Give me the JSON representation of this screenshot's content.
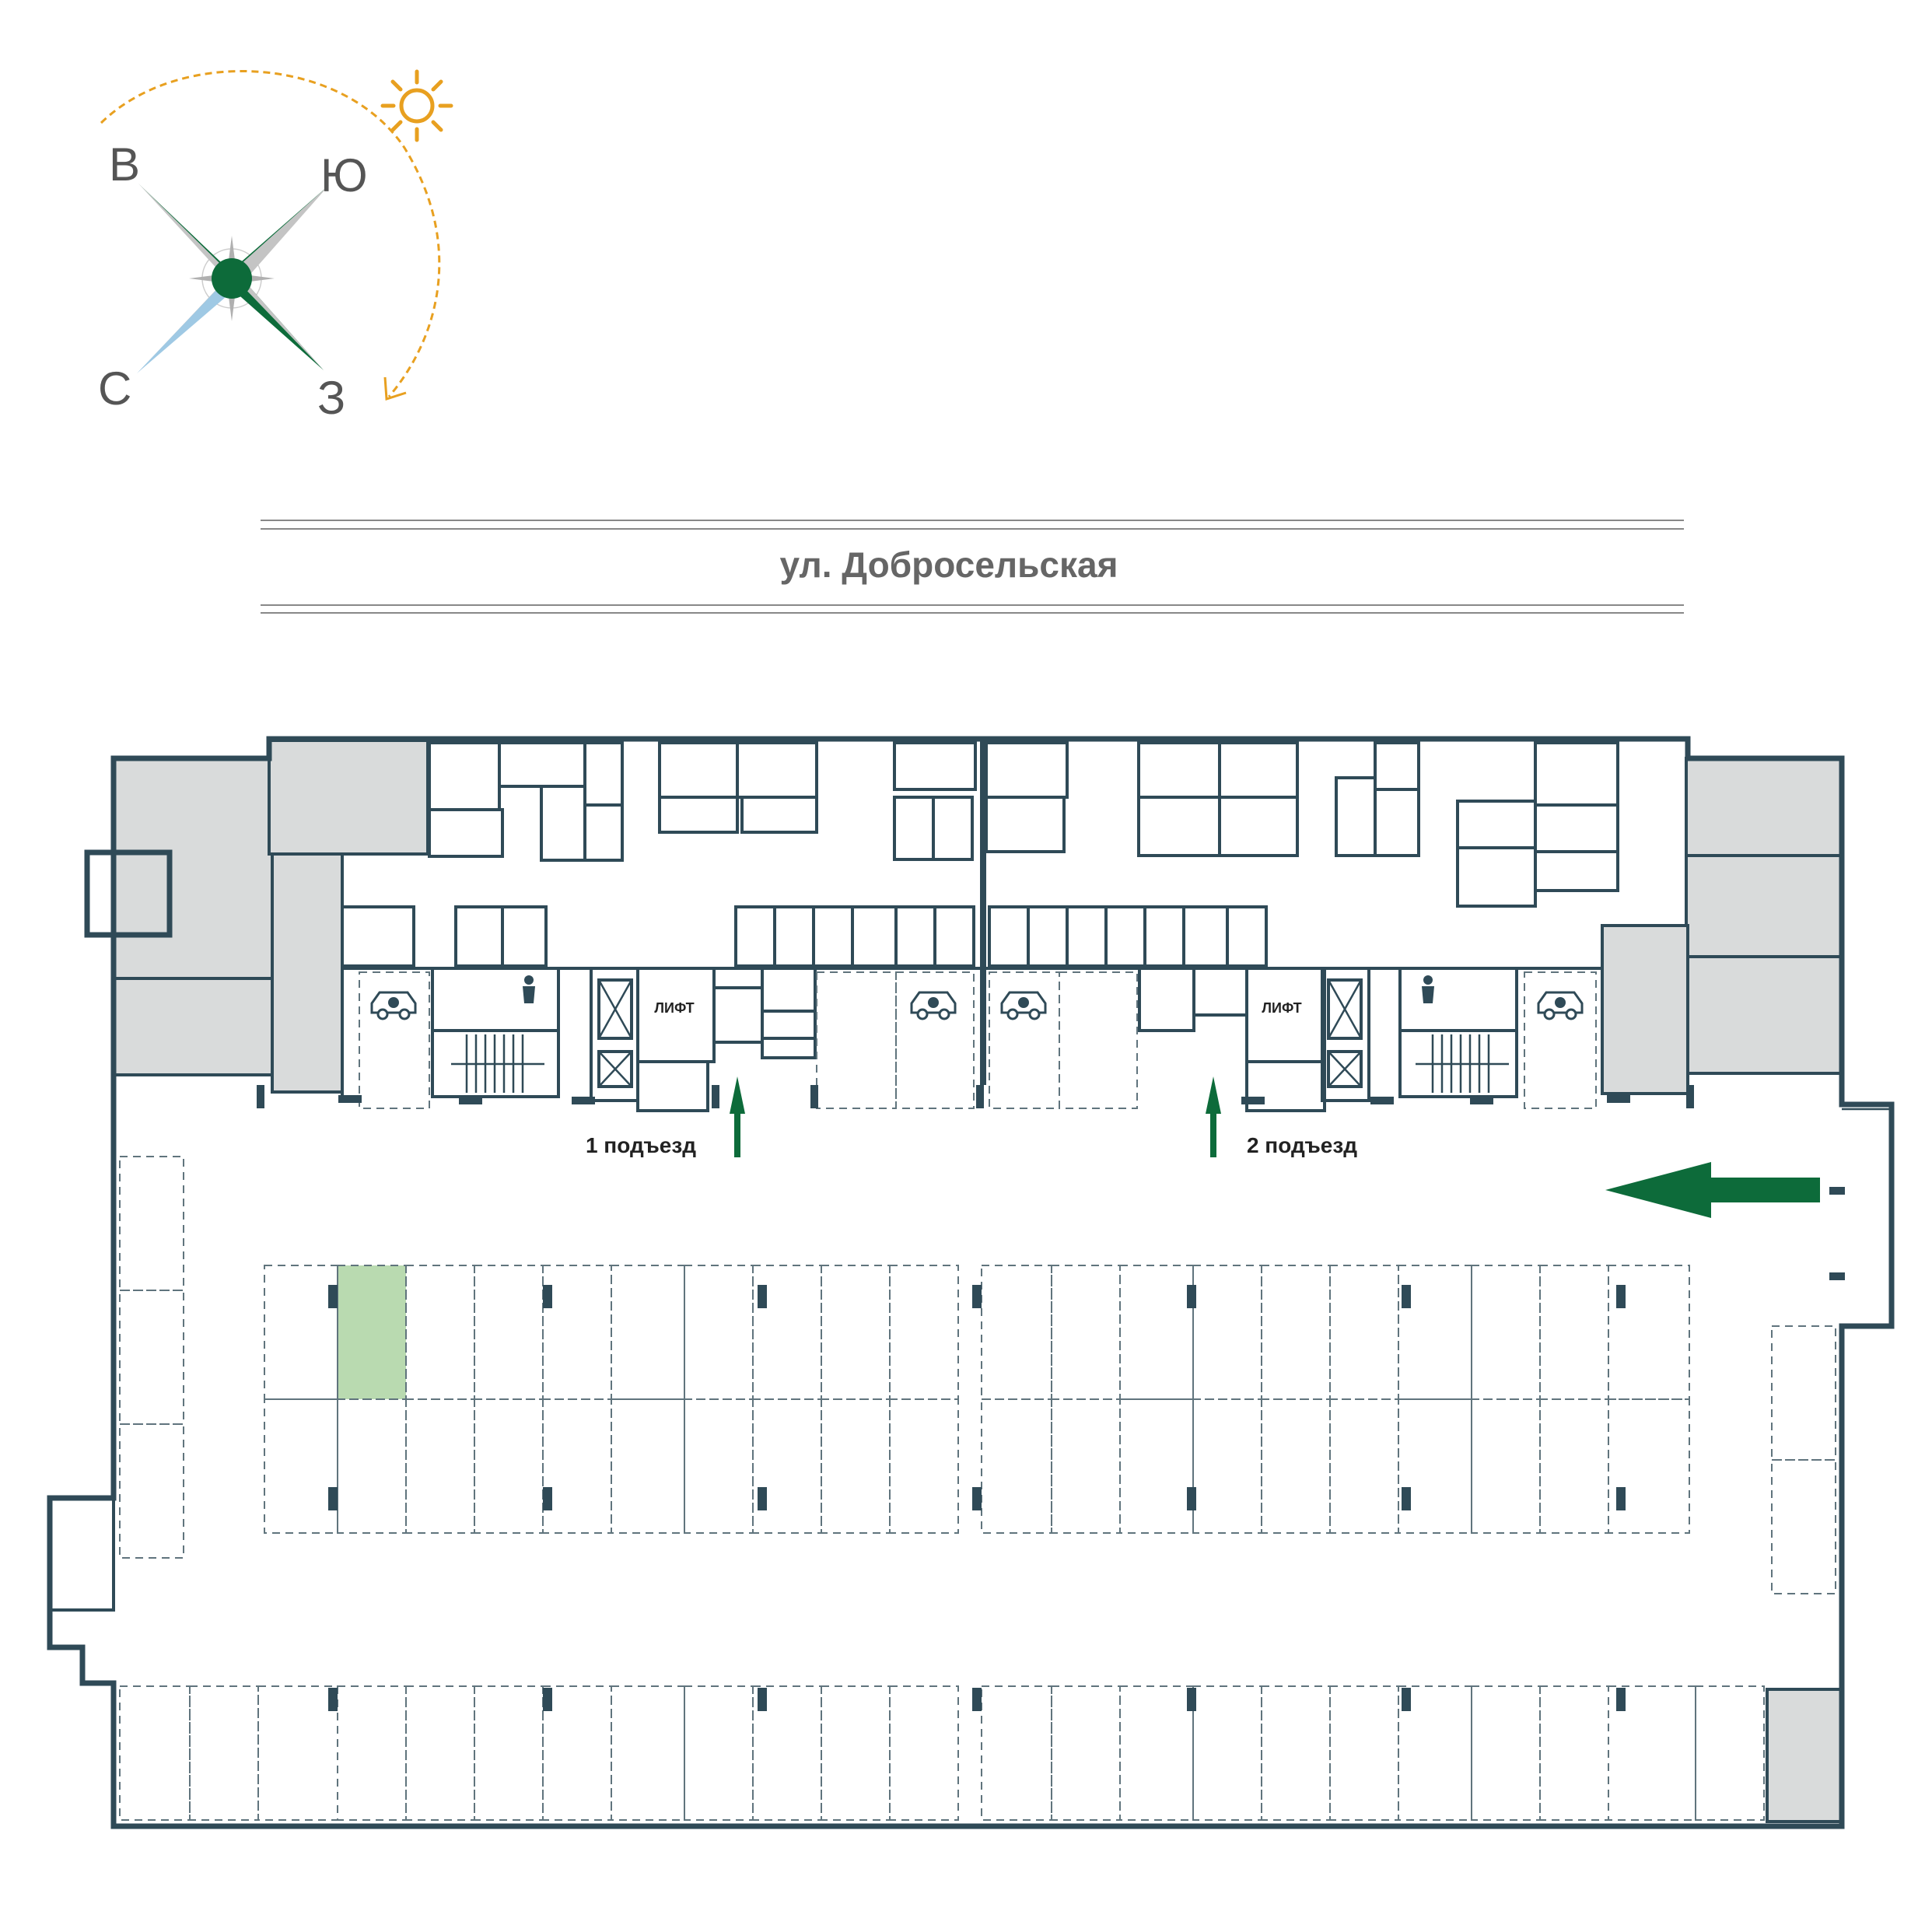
{
  "compass": {
    "east": "В",
    "south": "Ю",
    "north": "С",
    "west": "З"
  },
  "street": {
    "name": "ул. Добросельская"
  },
  "entrances": {
    "entrance_1": "1 подъезд",
    "entrance_2": "2 подъезд"
  },
  "lifts": {
    "lift_1": "ЛИФТ",
    "lift_2": "ЛИФТ"
  },
  "colors": {
    "accent_green": "#0d6b3a",
    "wall": "#2f4a57",
    "selected_spot": "#b9dab0",
    "storage_grey": "#d9dbdb",
    "sun": "#e8a020",
    "compass_blue": "#9fc9e4"
  },
  "icons": [
    "sun-icon",
    "compass-rose-icon",
    "ev-charging-icon",
    "wc-icon",
    "entry-arrow-icon"
  ],
  "parking": {
    "selected_spot": "row 1, spot 2"
  }
}
